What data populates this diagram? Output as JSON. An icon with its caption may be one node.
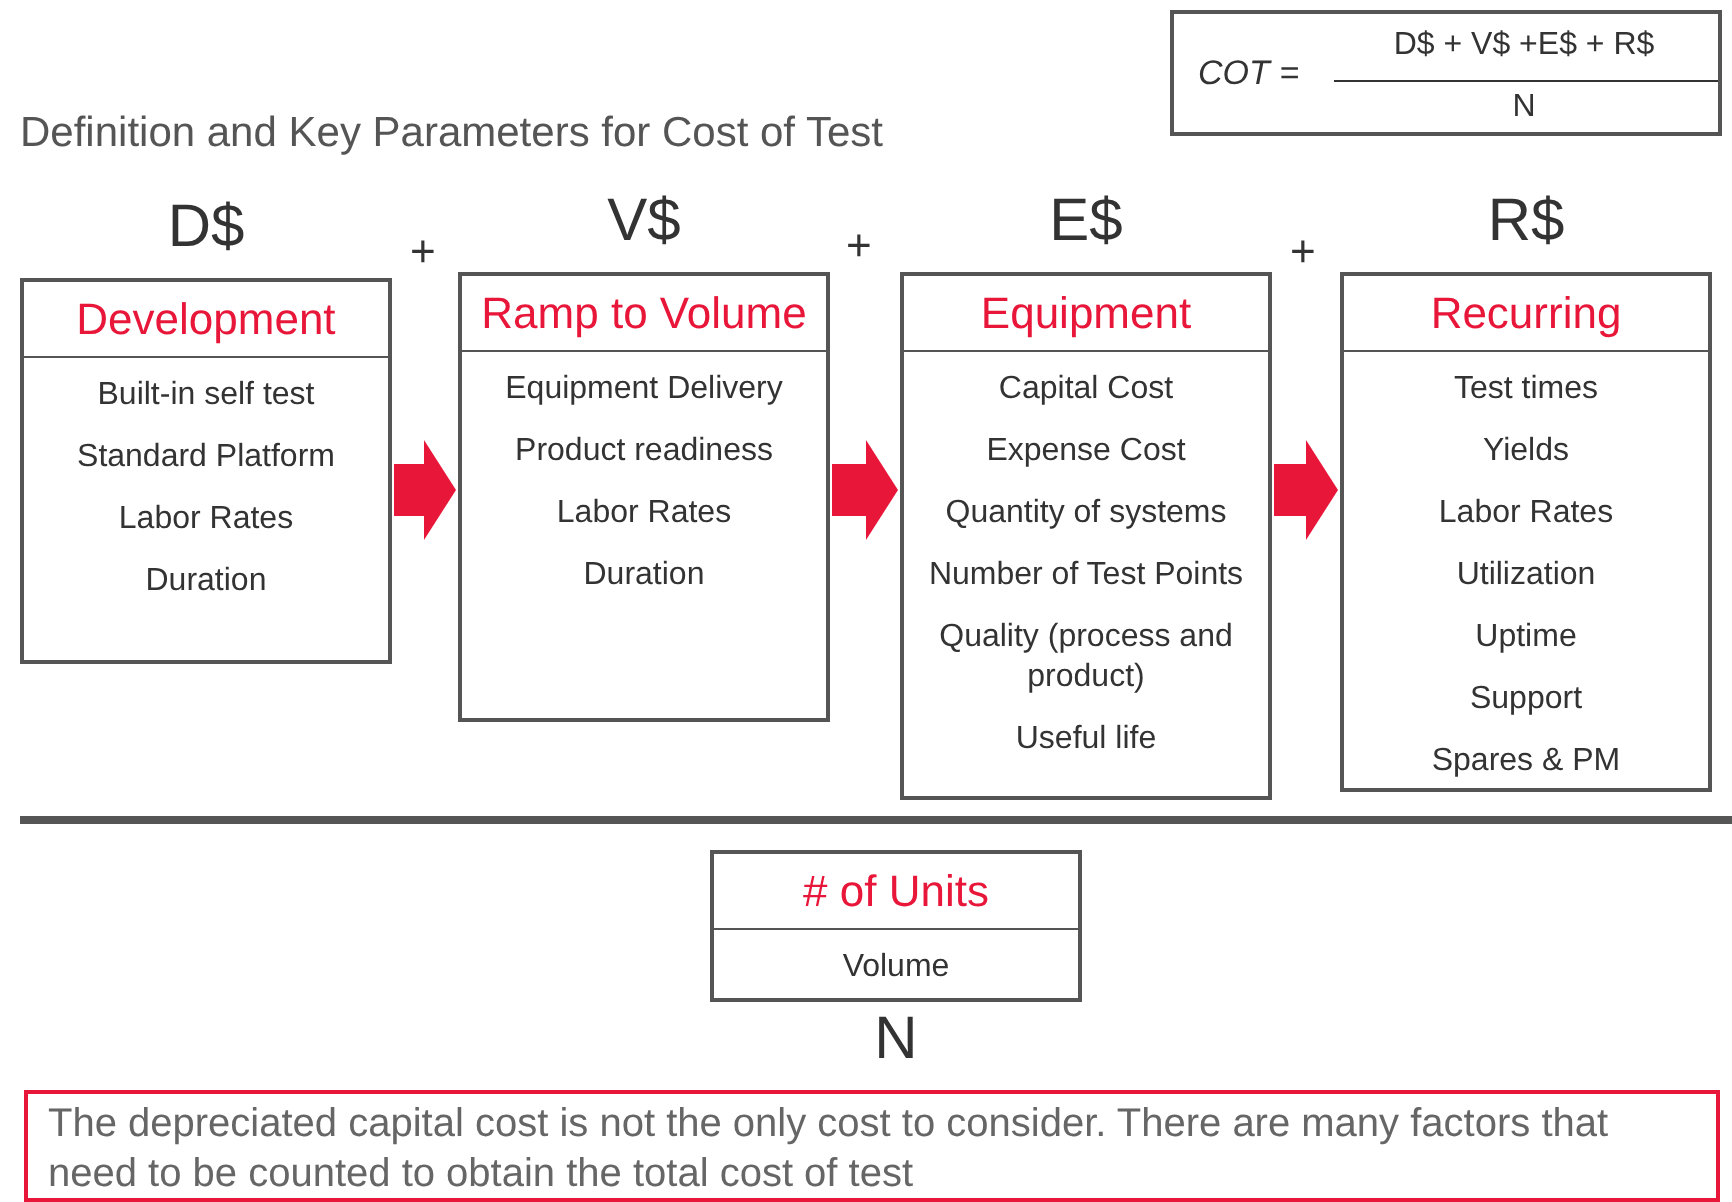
{
  "diagram": {
    "title": "Definition and Key Parameters for Cost of Test",
    "nodes": [
      {
        "text": [
          "COT =",
          "D$ + V$ +E$ + R$",
          "N"
        ]
      },
      {
        "text": [
          "Development",
          "Built-in self test",
          "Standard Platform",
          "Labor Rates",
          "Duration"
        ],
        "beside": [
          "D$"
        ]
      },
      {
        "text": [
          "Ramp to Volume",
          "Equipment Delivery",
          "Product readiness",
          "Labor Rates",
          "Duration"
        ],
        "beside": [
          "V$"
        ]
      },
      {
        "text": [
          "Equipment",
          "Capital Cost",
          "Expense Cost",
          "Quantity of systems",
          "Number of Test Points",
          "Quality (process and product)",
          "Useful life"
        ],
        "beside": [
          "E$"
        ]
      },
      {
        "text": [
          "Recurring",
          "Test times",
          "Yields",
          "Labor Rates",
          "Utilization",
          "Uptime",
          "Support",
          "Spares & PM"
        ],
        "beside": [
          "R$"
        ]
      },
      {
        "text": [
          "# of Units",
          "Volume"
        ],
        "beside": [
          "N"
        ]
      },
      {
        "text": [
          "The depreciated capital cost is not the only cost to consider. There are many factors that need to be counted to obtain the total cost of test"
        ]
      }
    ],
    "edges": [
      {
        "from": 1,
        "to": 2,
        "arrow": "to"
      },
      {
        "from": 2,
        "to": 3,
        "arrow": "to"
      },
      {
        "from": 3,
        "to": 4,
        "arrow": "to"
      }
    ],
    "labels": [
      "+",
      "+",
      "+"
    ]
  }
}
